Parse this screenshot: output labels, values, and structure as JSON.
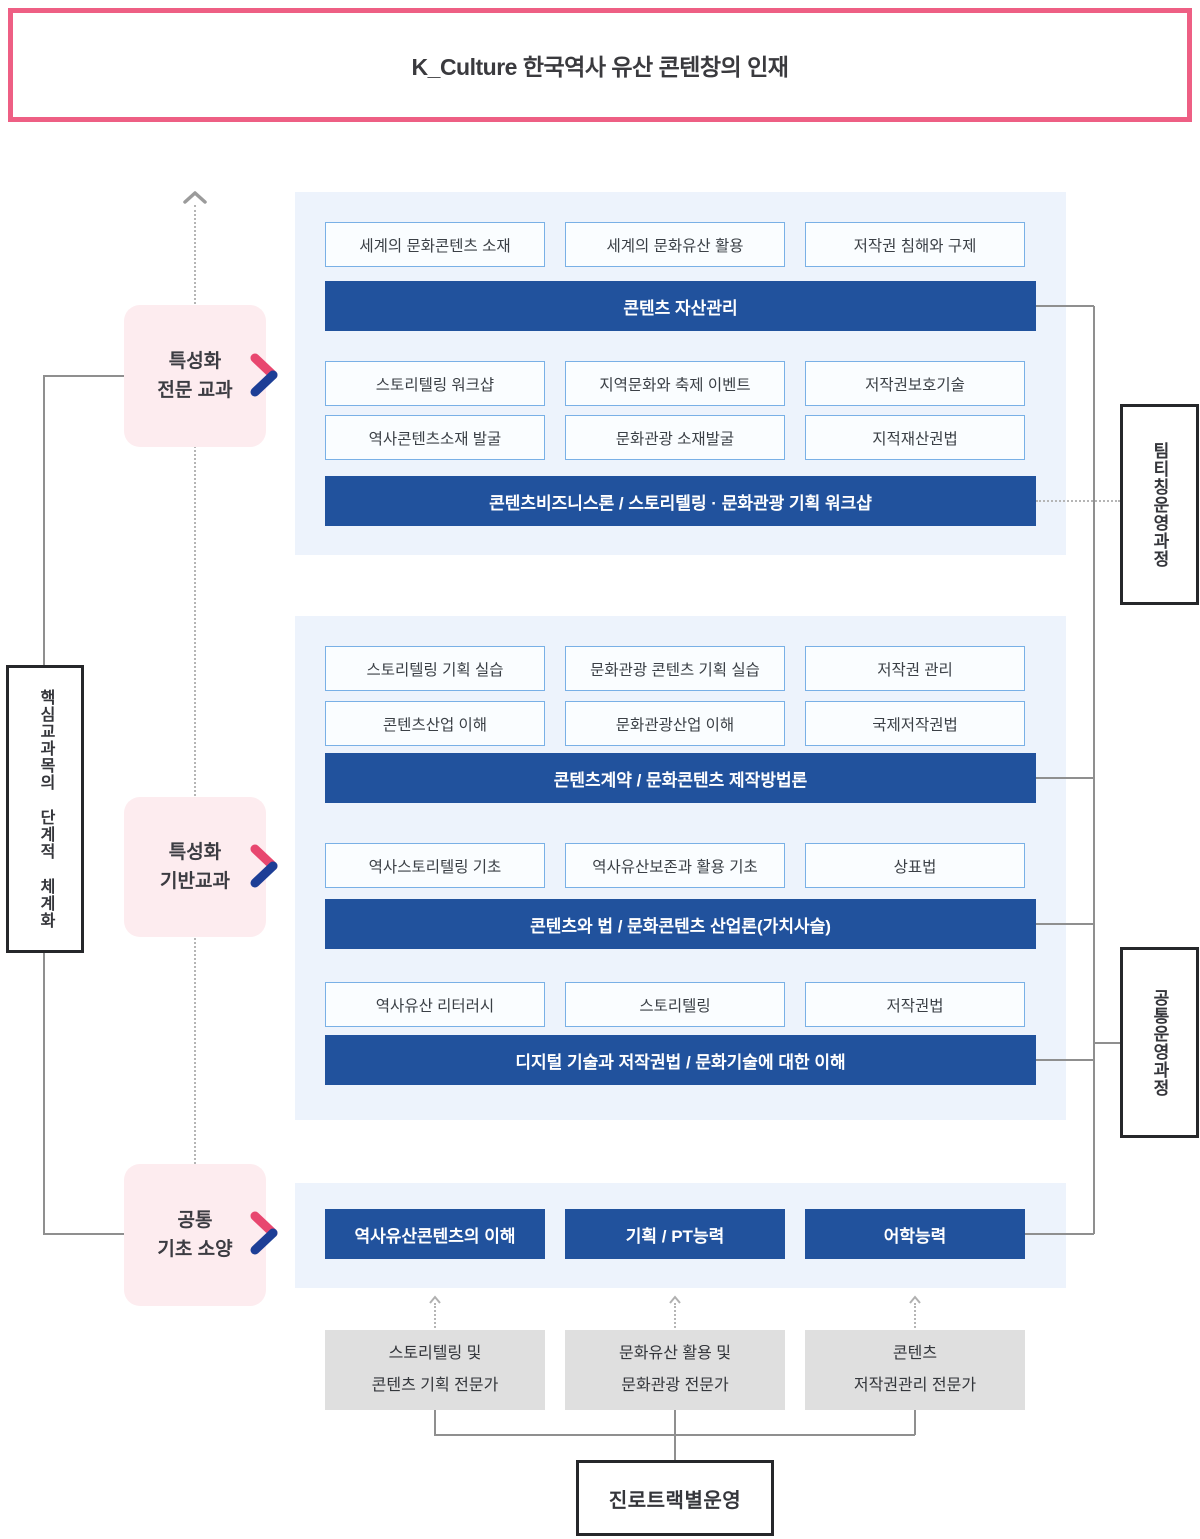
{
  "header": {
    "title": "K_Culture 한국역사 유산 콘텐창의 인재"
  },
  "colors": {
    "header_border": "#ee5f84",
    "category_bg": "#fdecef",
    "chevron_pink": "#e8476f",
    "chevron_blue": "#1d3e96",
    "panel_bg": "#edf3fc",
    "course_box_border": "#79b0e6",
    "bar_blue": "#21529d",
    "career_box_bg": "#dfdfdf"
  },
  "left_axis_label": "핵심교과목의 단계적 체계화",
  "categories": [
    {
      "line1": "특성화",
      "line2": "전문 교과"
    },
    {
      "line1": "특성화",
      "line2": "기반교과"
    },
    {
      "line1": "공통",
      "line2": "기초 소양"
    }
  ],
  "right_labels": {
    "team_teaching": "팀티칭운영과정",
    "common_operation": "공통운영과정"
  },
  "panel_advanced": {
    "row1": [
      "세계의 문화콘텐츠 소재",
      "세계의 문화유산 활용",
      "저작권 침해와 구제"
    ],
    "bar1": "콘텐츠 자산관리",
    "row2": [
      "스토리텔링 워크샵",
      "지역문화와 축제 이벤트",
      "저작권보호기술"
    ],
    "row3": [
      "역사콘텐츠소재 발굴",
      "문화관광 소재발굴",
      "지적재산권법"
    ],
    "bar2": "콘텐츠비즈니스론 / 스토리텔링 · 문화관광 기획 워크샵"
  },
  "panel_foundation": {
    "row1": [
      "스토리텔링 기획 실습",
      "문화관광 콘텐츠 기획 실습",
      "저작권 관리"
    ],
    "row2": [
      "콘텐츠산업 이해",
      "문화관광산업 이해",
      "국제저작권법"
    ],
    "bar1": "콘텐츠계약 / 문화콘텐츠 제작방법론",
    "row3": [
      "역사스토리텔링 기초",
      "역사유산보존과 활용 기초",
      "상표법"
    ],
    "bar2": "콘텐츠와 법 / 문화콘텐츠 산업론(가치사슬)",
    "row4": [
      "역사유산 리터러시",
      "스토리텔링",
      "저작권법"
    ],
    "bar3": "디지털 기술과 저작권법 / 문화기술에 대한 이해"
  },
  "panel_basic": {
    "bars": [
      "역사유산콘텐츠의 이해",
      "기획 / PT능력",
      "어학능력"
    ]
  },
  "career_tracks": [
    {
      "line1": "스토리텔링 및",
      "line2": "콘텐츠 기획 전문가"
    },
    {
      "line1": "문화유산 활용 및",
      "line2": "문화관광 전문가"
    },
    {
      "line1": "콘텐츠",
      "line2": "저작권관리 전문가"
    }
  ],
  "footer": {
    "track_operation": "진로트랙별운영"
  }
}
